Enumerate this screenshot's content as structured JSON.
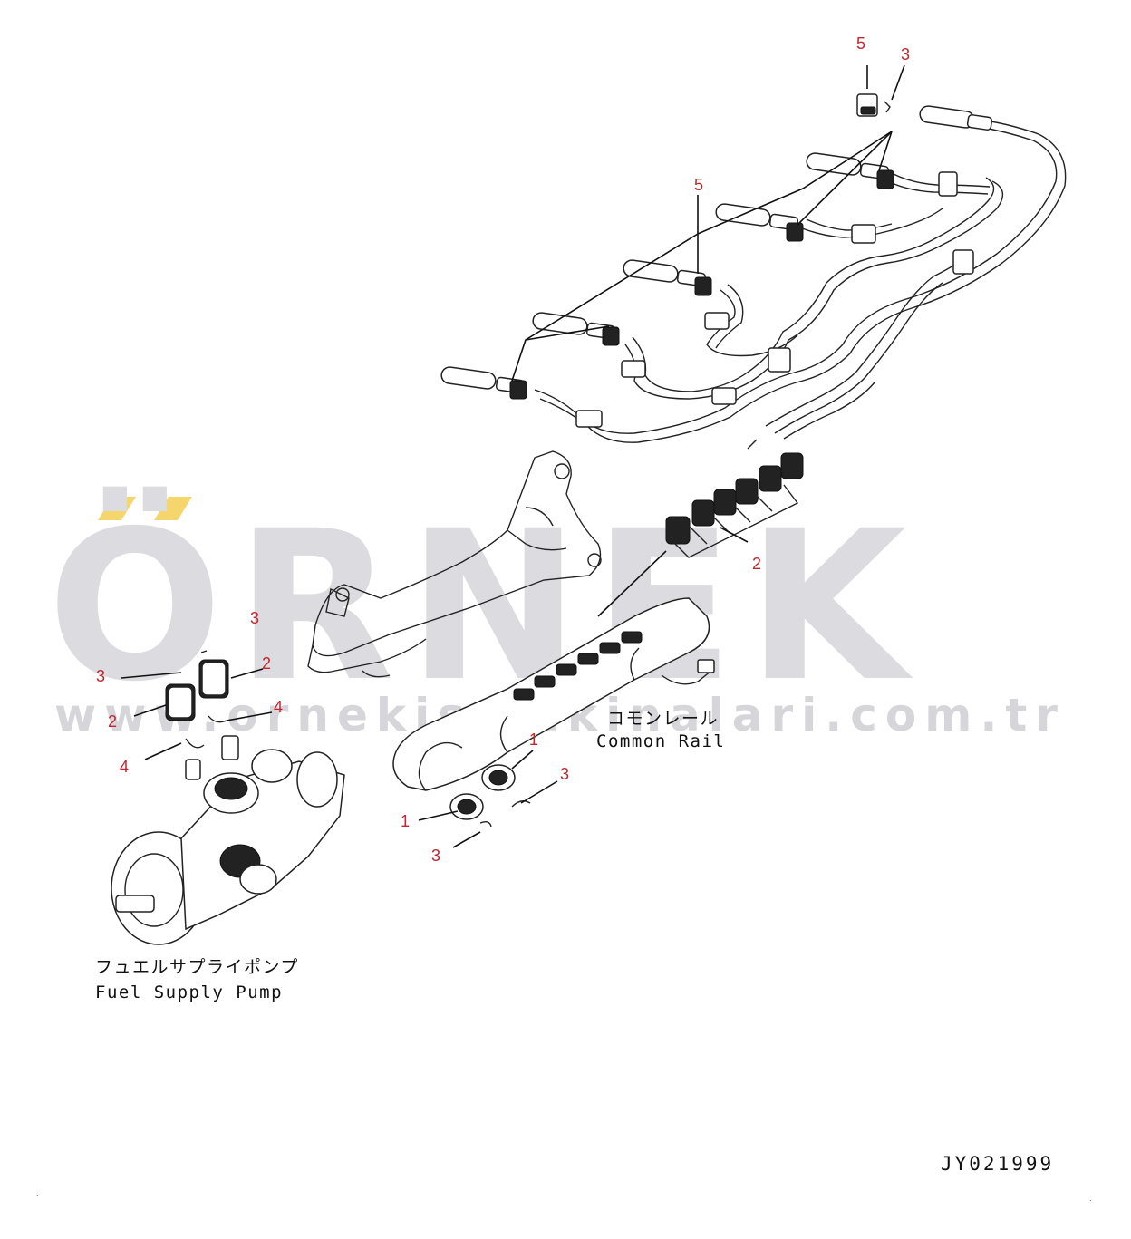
{
  "watermark": {
    "brand": "ÖRNEK",
    "url": "www.ornekismakinalari.com.tr",
    "accent_color": "#f5d66c"
  },
  "labels": {
    "common_rail_jp": "コモンレール",
    "common_rail_en": "Common Rail",
    "pump_jp": "フュエルサプライポンプ",
    "pump_en": "Fuel Supply Pump",
    "drawing_code": "JY021999"
  },
  "callouts": {
    "top_5": "5",
    "top_3": "3",
    "mid_5": "5",
    "rail_2": "2",
    "pump_3_top": "3",
    "pump_2_right": "2",
    "pump_3_left": "3",
    "pump_4_right": "4",
    "pump_2_left": "2",
    "pump_4_left": "4",
    "seal_1_upper": "1",
    "clip_3_right": "3",
    "seal_1_lower": "1",
    "clip_3_lower": "3"
  },
  "colors": {
    "callout": "#c1272d",
    "line": "#222222"
  }
}
